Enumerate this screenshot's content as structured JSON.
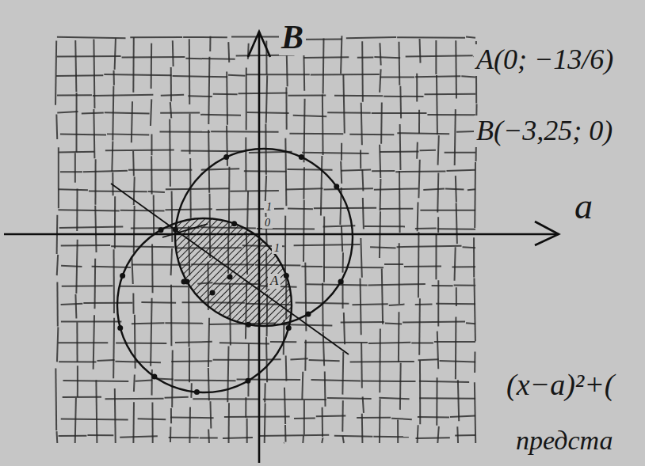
{
  "diagram": {
    "labels": [
      "B",
      "a",
      "A(0; −13/6)",
      "B(−3,25; 0)",
      "1",
      "0",
      "1",
      "A",
      "(x−a)²+(",
      "предста"
    ]
  }
}
